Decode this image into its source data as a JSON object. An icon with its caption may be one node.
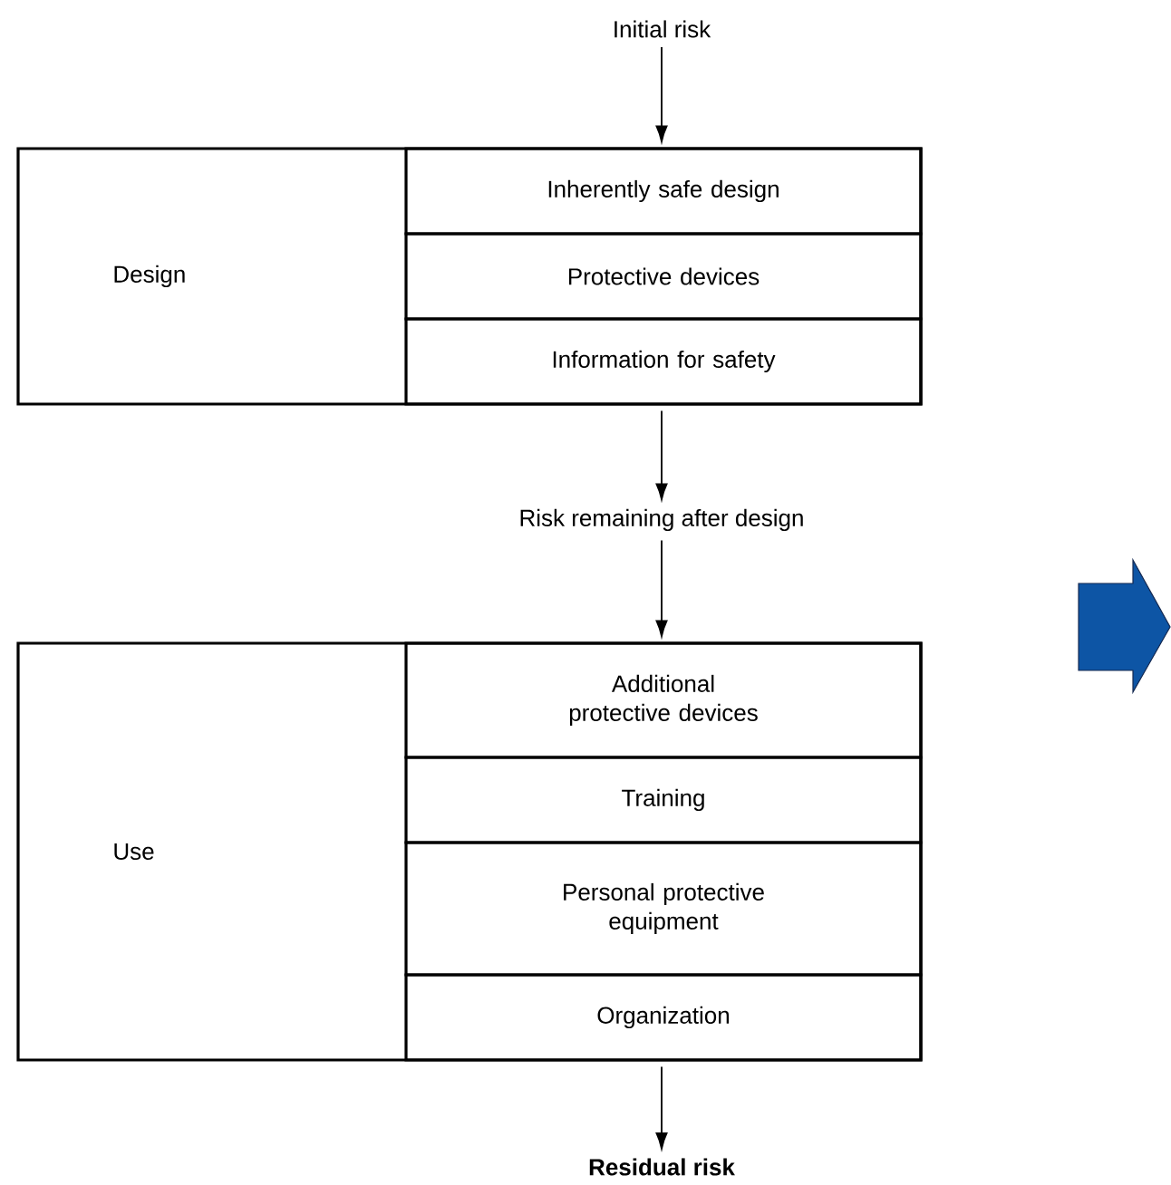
{
  "diagram": {
    "nodes": [
      {
        "text": [
          "Initial risk"
        ]
      },
      {
        "text": [
          "Design"
        ]
      },
      {
        "text": [
          "Inherently safe design"
        ],
        "in": 1
      },
      {
        "text": [
          "Protective devices"
        ],
        "in": 1
      },
      {
        "text": [
          "Information for safety"
        ],
        "in": 1
      },
      {
        "text": [
          "Risk remaining after design"
        ]
      },
      {
        "text": [
          "Use"
        ]
      },
      {
        "text": [
          "Additional protective devices"
        ],
        "in": 6
      },
      {
        "text": [
          "Training"
        ],
        "in": 6
      },
      {
        "text": [
          "Personal protective equipment"
        ],
        "in": 6
      },
      {
        "text": [
          "Organization"
        ],
        "in": 6
      },
      {
        "text": [
          "Residual risk"
        ]
      }
    ],
    "edges": [
      {
        "from": 0,
        "to": 1,
        "arrow": "to"
      },
      {
        "from": 1,
        "to": 5,
        "arrow": "to"
      },
      {
        "from": 5,
        "to": 6,
        "arrow": "to"
      },
      {
        "from": 6,
        "to": 11,
        "arrow": "to"
      }
    ]
  }
}
